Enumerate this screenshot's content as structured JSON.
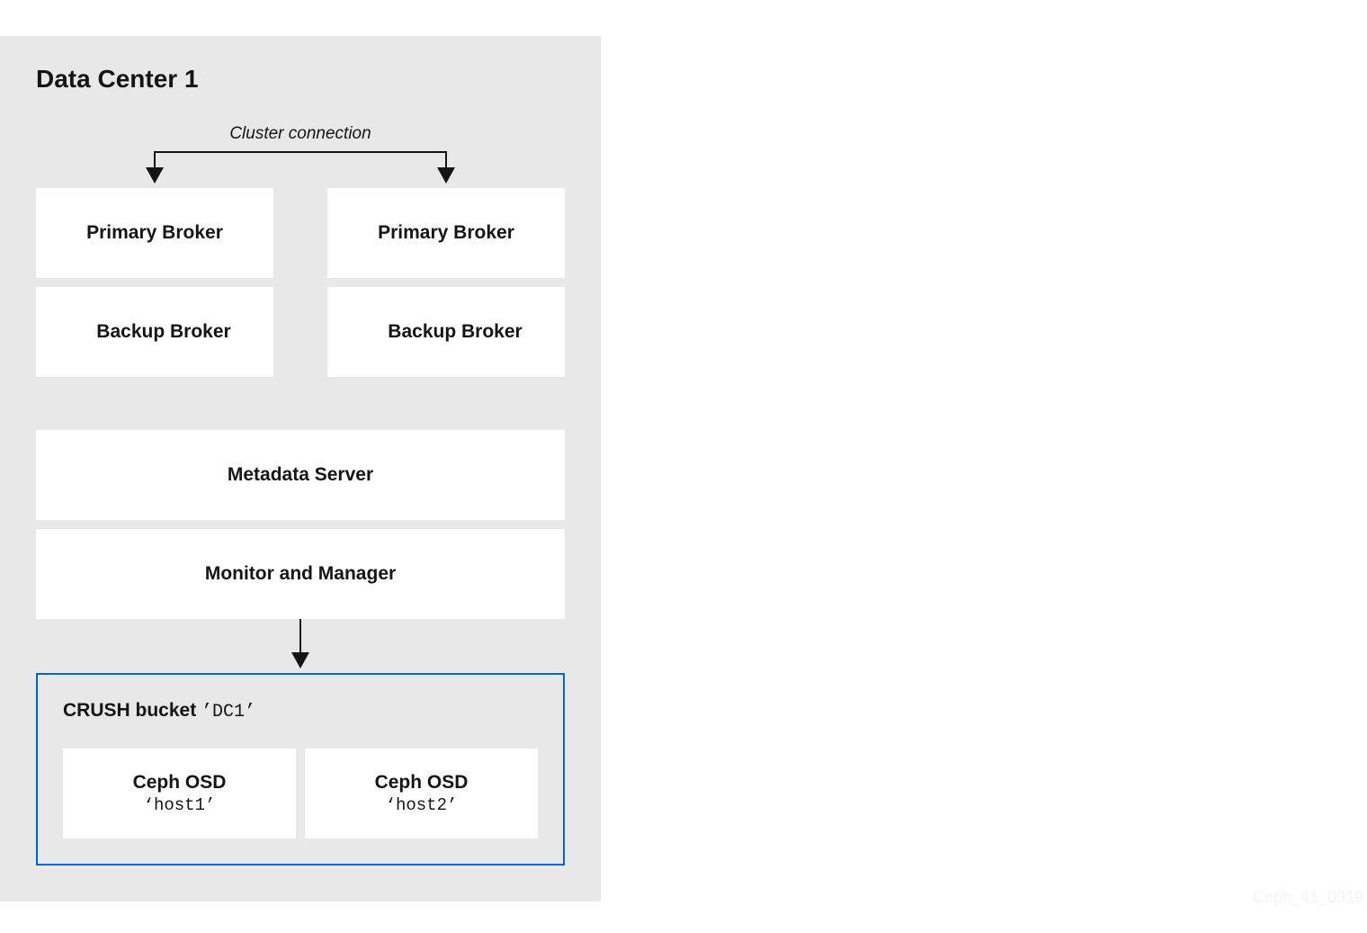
{
  "diagram": {
    "title": "Data Center 1",
    "connection_label": "Cluster connection",
    "brokers": {
      "primary_left": "Primary Broker",
      "primary_right": "Primary Broker",
      "backup_left": "Backup Broker",
      "backup_right": "Backup Broker"
    },
    "metadata_server": "Metadata Server",
    "monitor_manager": "Monitor and Manager",
    "crush_bucket": {
      "label": "CRUSH bucket",
      "name": "’DC1’"
    },
    "osds": [
      {
        "label": "Ceph OSD",
        "host": "‘host1’"
      },
      {
        "label": "Ceph OSD",
        "host": "‘host2’"
      }
    ],
    "watermark": "Ceph_41_0919"
  },
  "colors": {
    "panel_background": "#e8e8e8",
    "box_background": "#ffffff",
    "crush_border": "#0066cc",
    "text": "#151515"
  }
}
